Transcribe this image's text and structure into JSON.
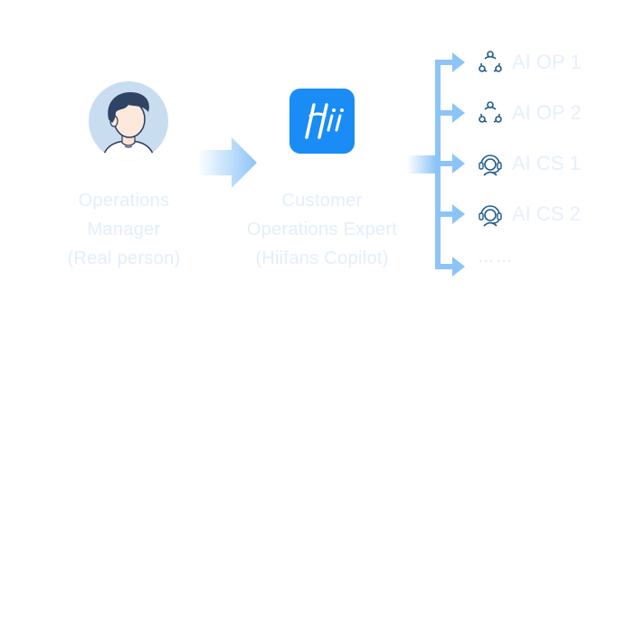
{
  "manager": {
    "icon": "person-avatar-icon",
    "caption": [
      "Operations",
      "Manager",
      "(Real person)"
    ]
  },
  "expert": {
    "icon": "hiifans-logo-icon",
    "logo_text": "Hii",
    "caption": [
      "Customer",
      "Operations Expert",
      "(Hiifans Copilot)"
    ]
  },
  "agents": [
    {
      "icon": "ai-operator-icon",
      "label": "AI OP 1"
    },
    {
      "icon": "ai-operator-icon",
      "label": "AI OP 2"
    },
    {
      "icon": "ai-support-icon",
      "label": "AI CS 1"
    },
    {
      "icon": "ai-support-icon",
      "label": "AI CS 2"
    }
  ],
  "more": "……",
  "colors": {
    "arrow": "#8cc4f7",
    "logo_bg": "#1a8cf5",
    "avatar_bg": "#c9ddf0",
    "icon_stroke": "#1f5c8c",
    "caption_text": "#e3eefb"
  }
}
